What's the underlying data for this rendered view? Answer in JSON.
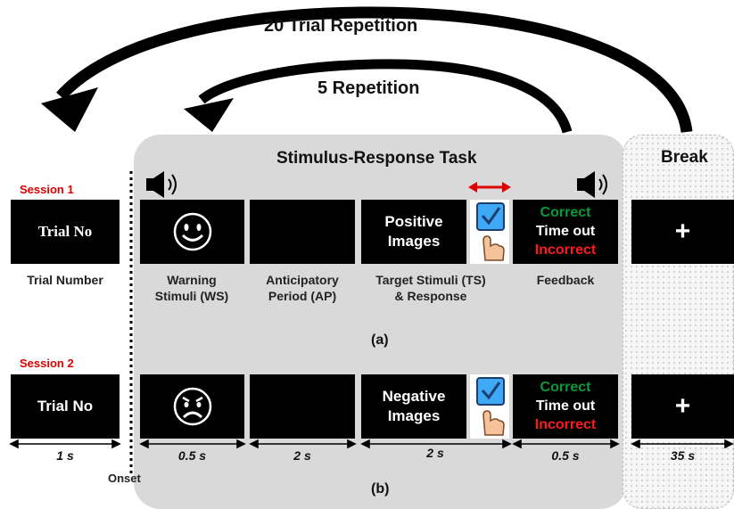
{
  "loops": {
    "outer_label": "20 Trial Repetition",
    "inner_label": "5 Repetition"
  },
  "task_title": "Stimulus-Response Task",
  "break_title": "Break",
  "sessions": [
    "Session 1",
    "Session 2"
  ],
  "trial_box_labels": [
    "Trial No",
    "Trial No"
  ],
  "target_text": [
    "Positive\nImages",
    "Negative\nImages"
  ],
  "feedback": {
    "correct": "Correct",
    "timeout": "Time out",
    "incorrect": "Incorrect"
  },
  "break_symbol": "+",
  "stage_labels": {
    "trial": "Trial Number",
    "warning": "Warning\nStimuli (WS)",
    "anticipatory": "Anticipatory\nPeriod (AP)",
    "target": "Target Stimuli (TS)\n& Response",
    "feedback": "Feedback"
  },
  "durations": {
    "trial": "1 s",
    "warning": "0.5 s",
    "anticipatory": "2 s",
    "target": "2 s",
    "feedback": "0.5 s",
    "break": "35 s"
  },
  "onset_label": "Onset",
  "panel_labels": [
    "(a)",
    "(b)"
  ],
  "colors": {
    "correct": "#0a9a3a",
    "incorrect": "#ff1a1a",
    "session": "#e00000",
    "arrow_red": "#e00000",
    "panel": "#d9d9d9",
    "touch_blue": "#3fa9f5"
  },
  "icons": [
    "speaker-icon",
    "smiley-face-icon",
    "sad-face-icon",
    "touch-checkbox-icon",
    "double-arrow-icon",
    "loop-arrow-icon"
  ]
}
